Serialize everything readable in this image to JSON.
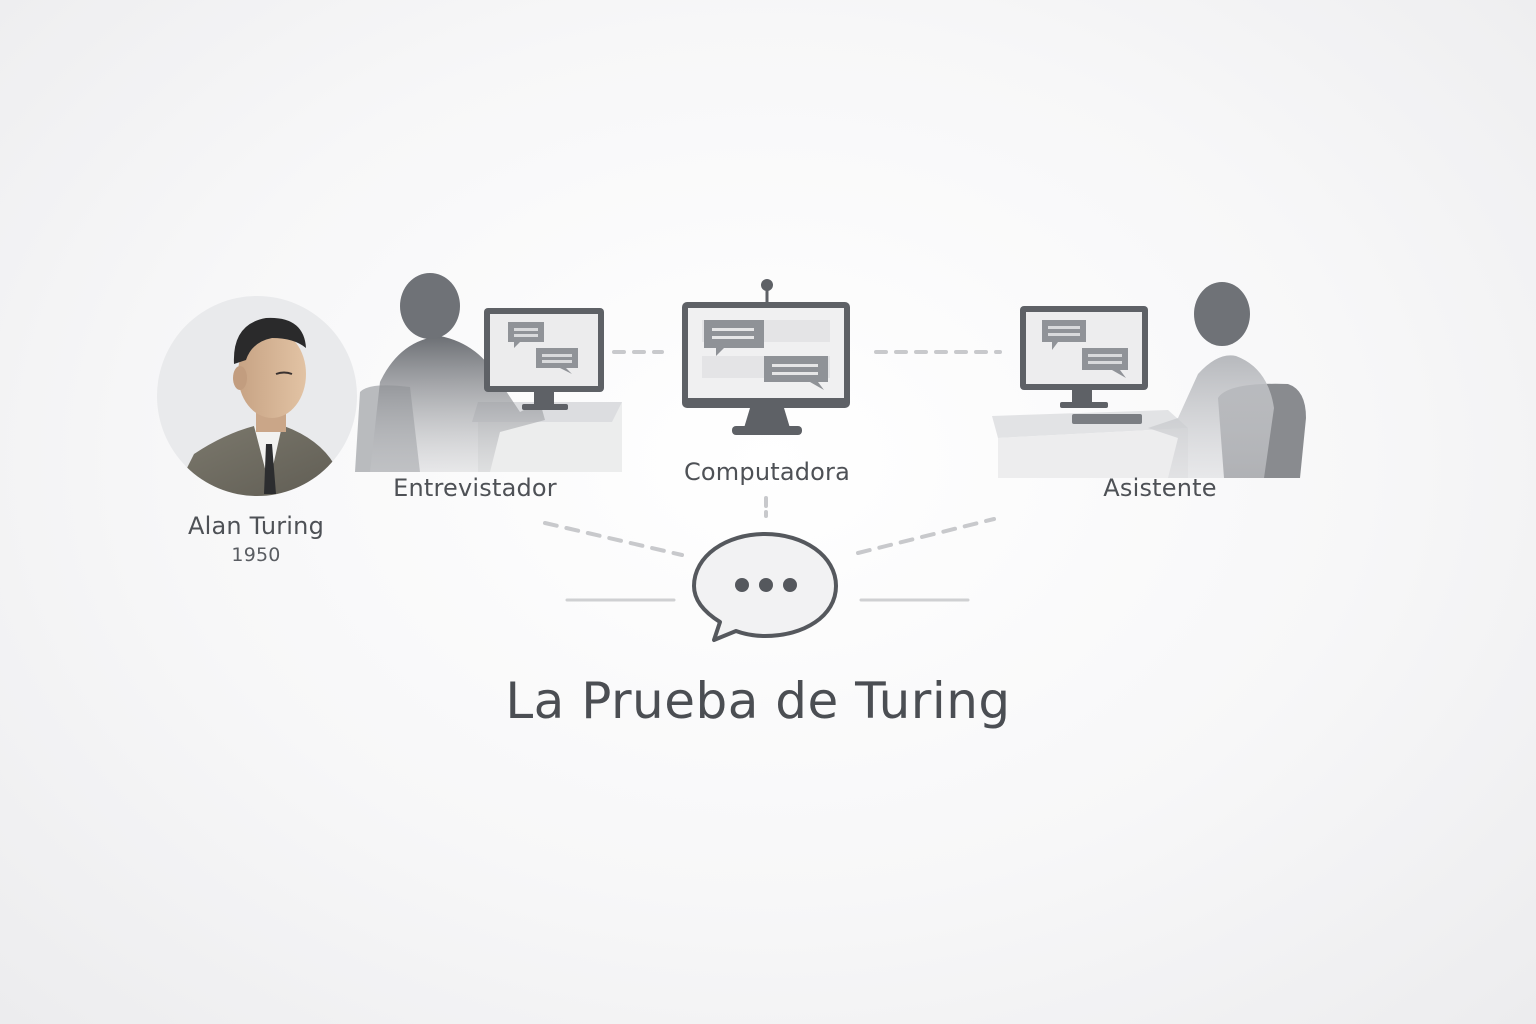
{
  "diagram": {
    "title": "La Prueba de Turing",
    "portrait": {
      "name": "Alan Turing",
      "year": "1950",
      "icon": "alan-turing-portrait"
    },
    "nodes": [
      {
        "id": "interviewer",
        "label": "Entrevistador",
        "icon": "person-at-computer-icon"
      },
      {
        "id": "computer",
        "label": "Computadora",
        "icon": "computer-monitor-icon"
      },
      {
        "id": "assistant",
        "label": "Asistente",
        "icon": "person-at-computer-icon"
      }
    ],
    "center": {
      "icon": "chat-bubble-ellipsis-icon"
    },
    "connectors": "dashed-lines",
    "colors": {
      "background": "#f5f5f6",
      "dark_gray": "#5b5e63",
      "mid_gray": "#8d9095",
      "light_gray": "#c9cacd",
      "text": "#4b4e53"
    }
  }
}
